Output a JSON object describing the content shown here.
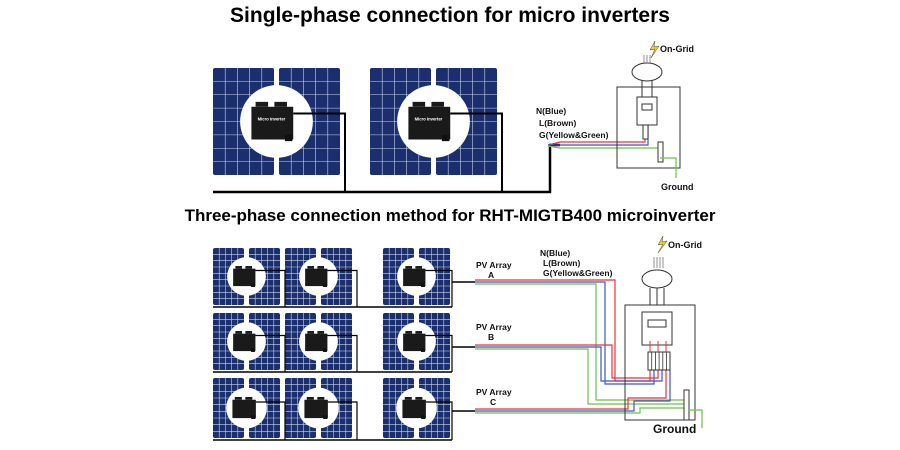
{
  "single_phase": {
    "title": "Single-phase connection for micro inverters",
    "inverter_label": "Micro Inverter",
    "wires": [
      "N(Blue)",
      "L(Brown)",
      "G(Yellow&Green)"
    ],
    "grid_label": "On-Grid",
    "ground_label": "Ground"
  },
  "three_phase": {
    "title": "Three-phase connection method for RHT-MIGTB400 microinverter",
    "arrays": [
      {
        "line1": "PV Array",
        "line2": "A"
      },
      {
        "line1": "PV Array",
        "line2": "B"
      },
      {
        "line1": "PV Array",
        "line2": "C"
      }
    ],
    "wires": [
      "N(Blue)",
      "L(Brown)",
      "G(Yellow&Green)"
    ],
    "grid_label": "On-Grid",
    "ground_label": "Ground"
  },
  "colors": {
    "panel": "#1b2f6e",
    "cell_line": "#c9d3ee",
    "red": "#e8323c",
    "blue": "#3a56c8",
    "green": "#6cc24a",
    "bolt": "#f2d21c"
  }
}
